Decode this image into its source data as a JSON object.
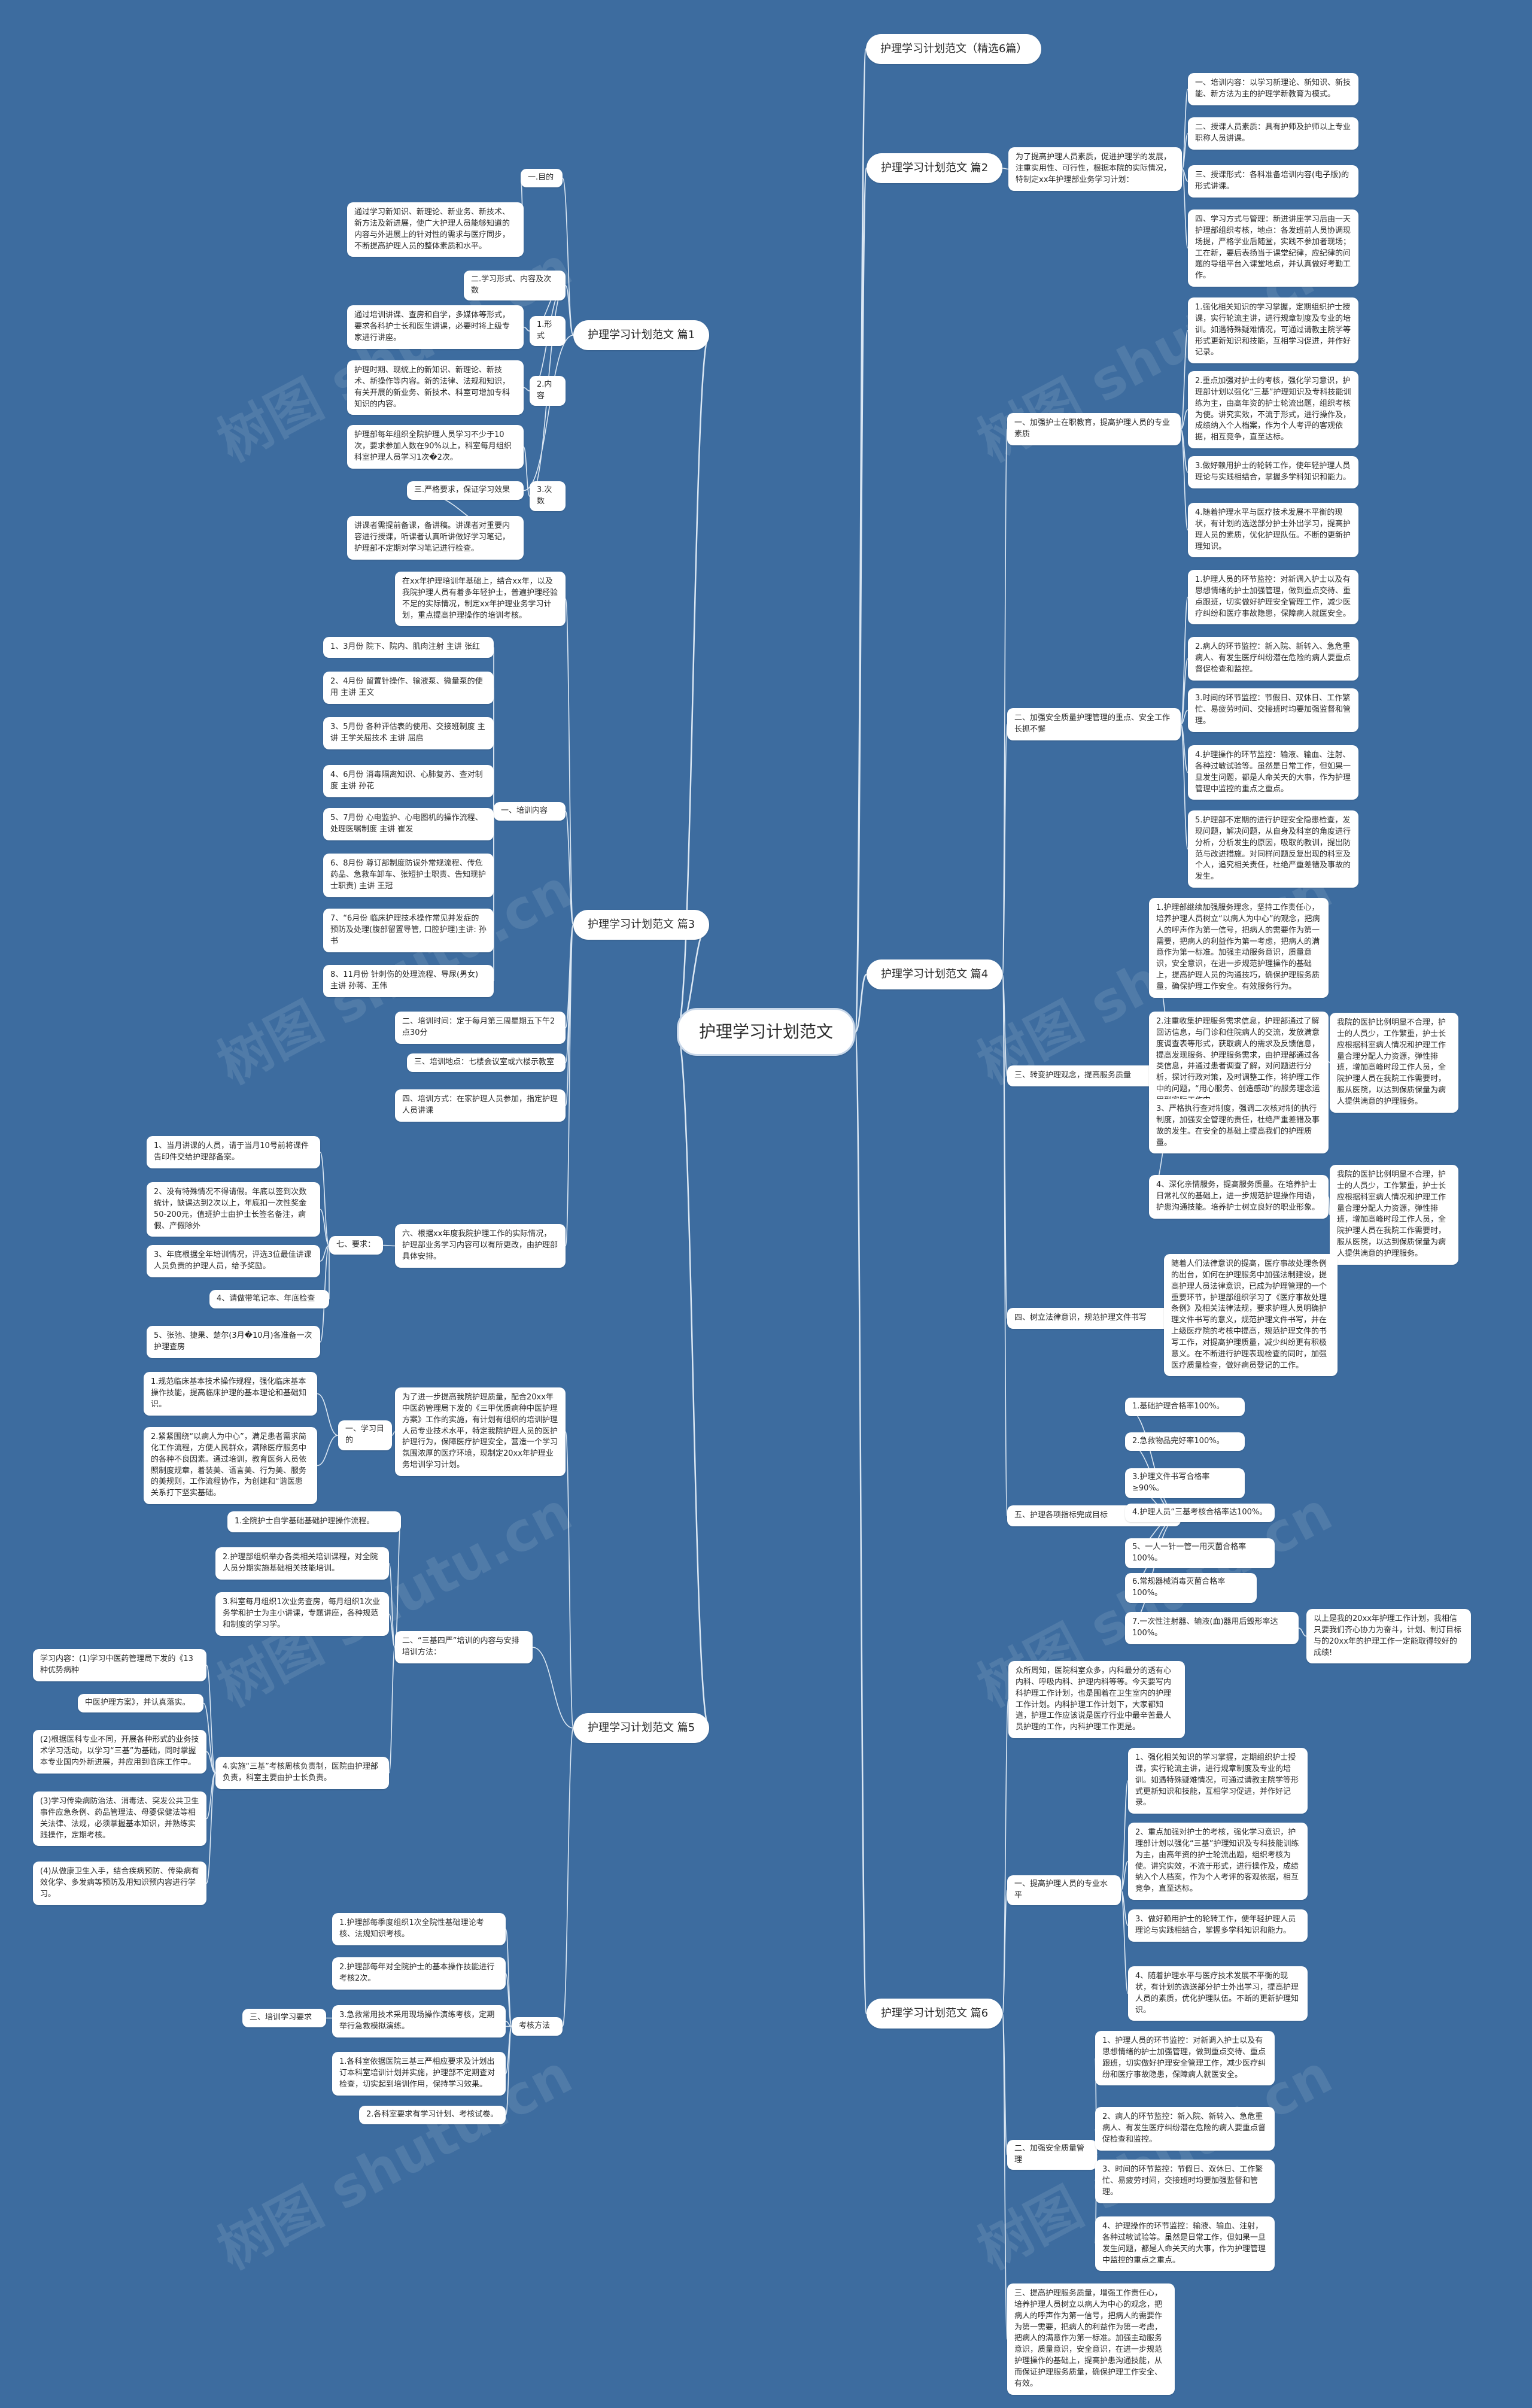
{
  "root": "护理学习计划范文",
  "watermark": "树图 shutu.cn",
  "colors": {
    "background": "#3d6c9f",
    "node": "#ffffff",
    "line": "#dbe7f3"
  },
  "branches": {
    "r1": "护理学习计划范文（精选6篇）",
    "r2": "护理学习计划范文 篇2",
    "r4": "护理学习计划范文 篇4",
    "r6": "护理学习计划范文 篇6",
    "l1": "护理学习计划范文 篇1",
    "l3": "护理学习计划范文 篇3",
    "l5": "护理学习计划范文 篇5"
  },
  "r2": {
    "intro": "为了提高护理人员素质，促进护理学的发展，注重实用性、可行性，根据本院的实际情况，特制定xx年护理部业务学习计划：",
    "items": [
      "一、培训内容：以学习新理论、新知识、新技能、新方法为主的护理学新教育为模式。",
      "二、授课人员素质：具有护师及护师以上专业职称人员讲课。",
      "三、授课形式：各科准备培训内容(电子版)的形式讲课。",
      "四、学习方式与管理：新进讲座学习后由一天护理部组织考核，地点：各发班前人员协调现场提，严格学业后随堂，实践不参加者现场；工在新，要后表扬当于课堂纪律，应纪律的问题的导组平台入课堂地点，并认真做好考勤工作。"
    ],
    "b1": {
      "label": "一、加强护士在职教育，提高护理人员的专业素质",
      "items": [
        "1.强化相关知识的学习掌握，定期组织护士授课，实行轮流主讲，进行规章制度及专业的培训。如遇特殊疑难情况，可通过请教主院学等形式更新知识和技能，互相学习促进，并作好记录。",
        "2.重点加强对护士的考核，强化学习意识，护理部计划以强化“三基”护理知识及专科技能训练为主，由高年资的护士轮流出题，组织考核为使。讲究实效，不流于形式，进行操作及，成绩纳入个人档案，作为个人考评的客观依据，相互竞争，直至达标。",
        "3.做好赖用护士的轮转工作，使年轻护理人员理论与实践相结合，掌握多学科知识和能力。",
        "4.随着护理水平与医疗技术发展不平衡的现状，有计划的选送部分护士外出学习，提高护理人员的素质，优化护理队伍。不断的更新护理知识。"
      ]
    },
    "b2": {
      "label": "二、加强安全质量护理管理的重点、安全工作长抓不懈",
      "items": [
        "1.护理人员的环节监控：对新调入护士以及有思想情绪的护士加强管理，做到重点交待、重点跟班，切实做好护理安全管理工作，减少医疗纠纷和医疗事故隐患，保障病人就医安全。",
        "2.病人的环节监控：新入院、新转入、急危重病人、有发生医疗纠纷潜在危险的病人要重点督促检查和监控。",
        "3.时间的环节监控：节假日、双休日、工作繁忙、易疲劳时间、交接班时均要加强监督和管理。",
        "4.护理操作的环节监控：输液、输血、注射、各种过敏试验等。虽然是日常工作，但如果一旦发生问题，都是人命关天的大事，作为护理管理中监控的重点之重点。",
        "5.护理部不定期的进行护理安全隐患检查，发现问题，解决问题，从自身及科室的角度进行分析，分析发生的原因，吸取的教训，提出防范与改进措施。对同样问题反复出现的科室及个人，追究相关责任，杜绝严重差错及事故的发生。"
      ]
    },
    "b3": {
      "label": "三、转变护理观念，提高服务质量",
      "items": [
        "1.护理部继续加强服务理念，坚持工作责任心，培养护理人员树立“以病人为中心”的观念，把病人的呼声作为第一信号，把病人的需要作为第一需要，把病人的利益作为第一考虑，把病人的满意作为第一标准。加强主动服务意识，质量意识，安全意识，在进一步规范护理操作的基础上，提高护理人员的沟通技巧，确保护理服务质量，确保护理工作安全。有效服务行为。",
        "2.注重收集护理服务需求信息，护理部通过了解回访信息，与门诊和住院病人的交流，发放满意度调查表等形式，获取病人的需求及反馈信息，提高发现服务、护理服务需求，由护理部通过各类信息，并通过患者调查了解，对问题进行分析，探讨行政对策，及时调整工作，将护理工作中的问题，“用心服务、创造感动”的服务理念运用到实际工作中。",
        "3、严格执行查对制度，强调二次核对制的执行制度，加强安全管理的责任，杜绝严重差错及事故的发生。在安全的基础上提高我们的护理质量。",
        "4、深化亲情服务，提高服务质量。在培养护士日常礼仪的基础上，进一步规范护理操作用语，护患沟通技能。培养护士树立良好的职业形象。"
      ],
      "extra": "我院的医护比例明显不合理，护士的人员少，工作繁重，护士长应根据科室病人情况和护理工作量合理分配人力资源，弹性排班，增加高峰时段工作人员，全院护理人员在我院工作需要时，服从医院，以达到保质保量为病人提供满意的护理服务。"
    },
    "b4": {
      "label": "四、树立法律意识，规范护理文件书写",
      "text": "随着人们法律意识的提高，医疗事故处理条例的出台，如何在护理服务中加强法制建设，提高护理人员法律意识，已成为护理管理的一个重要环节，护理部组织学习了《医疗事故处理条例》及相关法律法规，要求护理人员明确护理文件书写的意义，规范护理文件书写，并在上级医疗院的考核中提高，规范护理文件的书写工作，对提高护理质量，减少纠纷更有积极意义。在不断进行护理表现检查的同时，加强医疗质量检查，做好病员登记的工作。"
    },
    "b5": {
      "label": "五、护理各项指标完成目标",
      "items": [
        "1.基础护理合格率100%。",
        "2.急救物品完好率100%。",
        "3.护理文件书写合格率≥90%。",
        "4.护理人员“三基考核合格率达100%。",
        "5、一人一针一管一用灭菌合格率100%。",
        "6.常规器械消毒灭菌合格率100%。",
        "7.一次性注射器、输液(血)器用后毁形率达100%。"
      ],
      "note": "以上是我的20xx年护理工作计划，我相信只要我们齐心协力为奋斗，计划、制订目标与的20xx年的护理工作一定能取得较好的成绩!"
    }
  },
  "r6": {
    "intro": "众所周知，医院科室众多，内科最分的透有心内科、呼吸内科、护理内科等等。今天要写内科护理工作计划，也是围着在卫生室内的护理工作计划。内科护理工作计划下，大家都知道，护理工作应该说是医疗行业中最辛苦最人员护理的工作，内科护理工作更是。",
    "b1": {
      "label": "一、提高护理人员的专业水平",
      "items": [
        "1、强化相关知识的学习掌握，定期组织护士授课，实行轮流主讲，进行规章制度及专业的培训。如遇特殊疑难情况，可通过请教主院学等形式更新知识和技能，互相学习促进，并作好记录。",
        "2、重点加强对护士的考核，强化学习意识，护理部计划以强化“三基”护理知识及专科技能训练为主，由高年资的护士轮流出题，组织考核为使。讲究实效，不流于形式，进行操作及，成绩纳入个人档案，作为个人考评的客观依据，相互竞争，直至达标。",
        "3、做好赖用护士的轮转工作，使年轻护理人员理论与实践相结合，掌握多学科知识和能力。",
        "4、随着护理水平与医疗技术发展不平衡的现状，有计划的选送部分护士外出学习，提高护理人员的素质，优化护理队伍。不断的更新护理知识。"
      ]
    },
    "b2": {
      "label": "二、加强安全质量管理",
      "items": [
        "1、护理人员的环节监控：对新调入护士以及有思想情绪的护士加强管理，做到重点交待、重点跟班，切实做好护理安全管理工作，减少医疗纠纷和医疗事故隐患，保障病人就医安全。",
        "2、病人的环节监控：新入院、新转入、急危重病人、有发生医疗纠纷潜在危险的病人要重点督促检查和监控。",
        "3、时间的环节监控：节假日、双休日、工作繁忙、易疲劳时间，交接班时均要加强监督和管理。",
        "4、护理操作的环节监控：输液、输血、注射，各种过敏试验等。虽然是日常工作，但如果一旦发生问题，都是人命关天的大事，作为护理管理中监控的重点之重点。"
      ]
    },
    "b3": "三、提高护理服务质量，增强工作责任心，培养护理人员树立以病人为中心的观念，把病人的呼声作为第一信号，把病人的需要作为第一需要，把病人的利益作为第一考虑，把病人的满意作为第一标准。加强主动服务意识，质量意识，安全意识，在进一步规范护理操作的基础上，提高护患沟通技能，从而保证护理服务质量，确保护理工作安全、有效。"
  },
  "l1": {
    "head": "一.目的",
    "head_text": "通过学习新知识、新理论、新业务、新技术、新方法及新进展，使广大护理人员能够知道的内容与外进展上的针对性的需求与医疗同步，不断提高护理人员的整体素质和水平。",
    "form_title": "二.学习形式、内容及次数",
    "s1_label": "1.形式",
    "s1_text": "通过培训讲课、查房和自学，多媒体等形式，要求各科护士长和医生讲课，必要时将上级专家进行讲座。",
    "s2_label": "2.内容",
    "s2_text": "护理时期、现统上的新知识、新理论、新技术、新操作等内容。新的法律、法规和知识，有关开展的新业务、新技术、科室可增加专科知识的内容。",
    "s3_label": "3.次数",
    "s3_text": "护理部每年组织全院护理人员学习不少于10次，要求参加人数在90%以上，科室每月组织科室护理人员学习1次�2次。",
    "req_title": "三.严格要求，保证学习效果",
    "req_text": "讲课者需提前备课，备讲稿。讲课者对重要内容进行授课，听课者认真听讲做好学习笔记，护理部不定期对学习笔记进行检查。"
  },
  "l3": {
    "intro": "在xx年护理培训年基础上，结合xx年，以及我院护理人员有着多年轻护士，普遍护理经验不足的实际情况，制定xx年护理业务学习计划，重点提高护理操作的培训考核。",
    "b1_label": "一、培训内容",
    "b1_items": [
      "1、3月份 院下、院内、肌肉注射 主讲 张红",
      "2、4月份 留置针操作、输液泵、微量泵的使用 主讲 王文",
      "3、5月份 各种评估表的使用、交接班制度 主讲 王学关屈技术 主讲 屈启",
      "4、6月份 消毒隔离知识、心肺复苏、查对制度 主讲 孙花",
      "5、7月份 心电监护、心电图机的操作流程、处理医嘱制度 主讲 崔发",
      "6、8月份 尊订部制度防误外常规流程、传危药品、急救车卸车、张短护士职责、告知现护士职责) 主讲 王冠",
      "7、“6月份 临床护理技术操作常见并发症的预防及处理(腹部留置导管, 口腔护理)主讲: 孙书",
      "8、11月份 针刺伤的处理流程、导尿(男女) 主讲 孙蒋、王伟"
    ],
    "b2": "二、培训时间：定于每月第三周星期五下午2点30分",
    "b3": "三、培训地点：七楼会议室或六楼示教室",
    "b4": "四、培训方式：在家护理人员参加，指定护理人员讲课",
    "b6": "六、根据xx年度我院护理工作的实际情况，护理部业务学习内容可以有所更改，由护理部具体安排。",
    "b7_label": "七、要求：",
    "b7_items": [
      "1、当月讲课的人员，请于当月10号前将课件告印件交给护理部备案。",
      "2、没有特殊情况不得请假。年底以签到次数统计，缺课达到2次以上，年底扣一次性奖金50-200元，值班护士由护士长签名备注，病假、产假除外",
      "3、年底根据全年培训情况，评选3位最佳讲课人员负责的护理人员，给予奖励。",
      "4、请做带笔记本、年底检查",
      "5、张弛、捷果、楚尔(3月�10月)各准备一次护理查房"
    ]
  },
  "l5": {
    "intro": "为了进一步提高我院护理质量，配合20xx年中医药管理局下发的《三甲优质病种中医护理方案》工作的实施，有计划有组织的培训护理人员专业技术水平，特定我院护理人员的医护护理行为，保障医疗护理安全，营造一个学习氛围浓厚的医疗环境，现制定20xx年护理业务培训学习计划。",
    "b1_label": "一、学习目的",
    "b1_items": [
      "1.规范临床基本技术操作规程，强化临床基本操作技能，提高临床护理的基本理论和基础知识。",
      "2.紧紧围绕“以病人为中心”，满足患者需求简化工作流程，方便人民群众，满除医疗服务中的各种不良因素。通过培训，教育医务人员依照制度规章，着装美、语言美、行为美、服务的美规则，工作流程协作，为创建和“谐医患关系打下坚实基础。"
    ],
    "b2_label": "二、“三基四严”培训的内容与安排 培训方法：",
    "b2_items": [
      "1.全院护士自学基础基础护理操作流程。",
      "2.护理部组织举办各类相关培训课程，对全院人员分期实施基础相关技能培训。",
      "3.科室每月组织1次业务查房，每月组织1次业务学和护士为主小讲课，专题讲座，各种规范和制度的学习学。",
      "4.实施“三基”考核周核负责制，医院由护理部负责，科室主要由护士长负责。"
    ],
    "b2_sub": [
      "学习内容：(1)学习中医药管理局下发的《13种优势病种",
      "中医护理方案》，并认真落实。",
      "(2)根据医科专业不同，开展各种形式的业务技术学习活动，以学习“三基”为基础，同时掌握本专业国内外新进展，并应用到临床工作中。",
      "(3)学习传染病防治法、消毒法、突发公共卫生事件应急条例、药品管理法、母婴保健法等相关法律、法规，必须掌握基本知识，并熟练实践操作，定期考核。",
      "(4)从做康卫生入手，结合疾病预防、传染病有效化学、多发病等预防及用知识预内容进行学习。"
    ],
    "b3_label": "三、培训学习要求",
    "b3_method": "考核方法",
    "b3_items": [
      "1.护理部每季度组织1次全院性基础理论考核、法规知识考核。",
      "2.护理部每年对全院护士的基本操作技能进行考核2次。",
      "3.急救常用技术采用现场操作演练考核，定期举行急救模拟演练。",
      "1.各科室依据医院三基三严相应要求及计划出订本科室培训计划并实施，护理部不定期查对检查，切实起到培训作用，保持学习效果。",
      "2.各科室要求有学习计划、考核试卷。"
    ]
  }
}
